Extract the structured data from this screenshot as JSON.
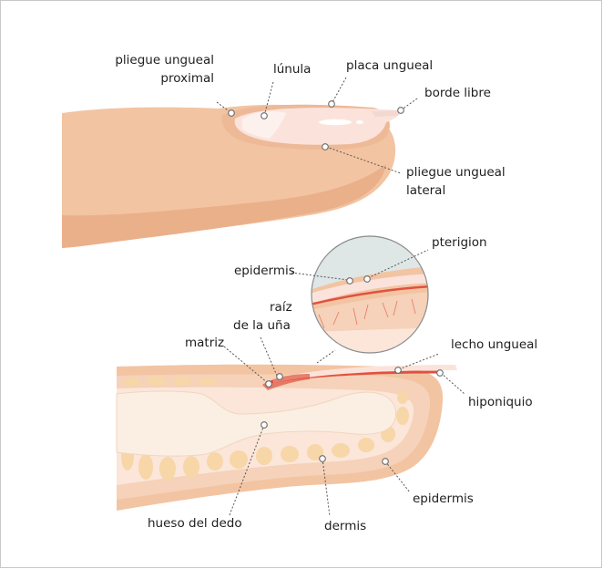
{
  "colors": {
    "skin_outer": "#f2c4a2",
    "skin_mid": "#f5d2b9",
    "skin_inner": "#fbe6d9",
    "fat": "#f7d6a8",
    "bone": "#fbeee2",
    "nail": "#fbe3dc",
    "nail_bed": "#e0523f",
    "zoom_bg": "#dfe6e6",
    "leader": "#555555"
  },
  "labels": {
    "pliegue_proximal_1": "pliegue ungueal",
    "pliegue_proximal_2": "proximal",
    "lunula": "lúnula",
    "placa_ungueal": "placa ungueal",
    "borde_libre": "borde libre",
    "pliegue_lateral_1": "pliegue ungueal",
    "pliegue_lateral_2": "lateral",
    "pterigion": "pterigion",
    "epidermis_zoom": "epidermis",
    "raiz_1": "raíz",
    "raiz_2": "de la uña",
    "matriz": "matriz",
    "lecho_ungueal": "lecho ungueal",
    "hiponiquio": "hiponiquio",
    "hueso_del_dedo": "hueso del dedo",
    "dermis": "dermis",
    "epidermis_bottom": "epidermis"
  }
}
